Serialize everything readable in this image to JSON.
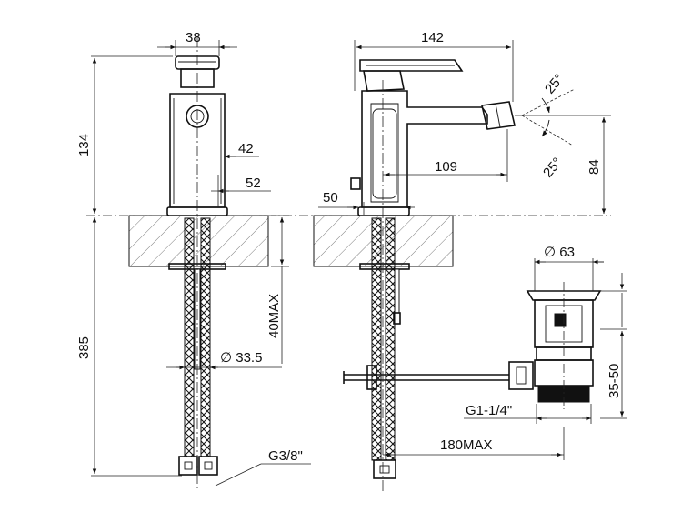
{
  "dimensions": {
    "body_width": "38",
    "body_height": "134",
    "spout_pos_1": "42",
    "spout_pos_2": "52",
    "total_height": "385",
    "max_thickness": "40MAX",
    "hole_diameter": "∅ 33.5",
    "connection": "G3/8\"",
    "projection": "142",
    "swivel_up": "25°",
    "swivel_down": "25°",
    "reach": "109",
    "spout_height": "84",
    "lever_offset": "50",
    "waste_diameter": "∅ 63",
    "waste_height": "35-50",
    "waste_thread": "G1-1/4\"",
    "rod_length": "180MAX"
  }
}
